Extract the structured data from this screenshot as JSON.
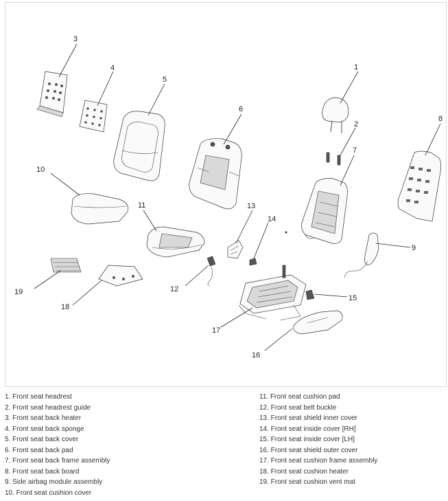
{
  "callouts": [
    "1",
    "2",
    "3",
    "4",
    "5",
    "6",
    "7",
    "8",
    "9",
    "10",
    "11",
    "12",
    "13",
    "14",
    "15",
    "16",
    "17",
    "18",
    "19"
  ],
  "legend": {
    "left": [
      "1. Front seat headrest",
      "2. Front seat headrest guide",
      "3. Front seat back heater",
      "4. Front seat back sponge",
      "5. Front seat back cover",
      "6. Front seat back pad",
      "7. Front seat back frame assembly",
      "8. Front seat back board",
      "9. Side airbag module assembly",
      "10. Front seat cushion cover"
    ],
    "right": [
      "11. Front seat cushion pad",
      "12. Front seat belt buckle",
      "13. Front seat shield inner cover",
      "14. Front seat inside cover [RH]",
      "15. Front seat inside cover [LH]",
      "16. Front seat shield outer cover",
      "17. Front seat cushion frame assembly",
      "18. Front seat cushion heater",
      "19. Front seat cushion vent mat"
    ]
  }
}
